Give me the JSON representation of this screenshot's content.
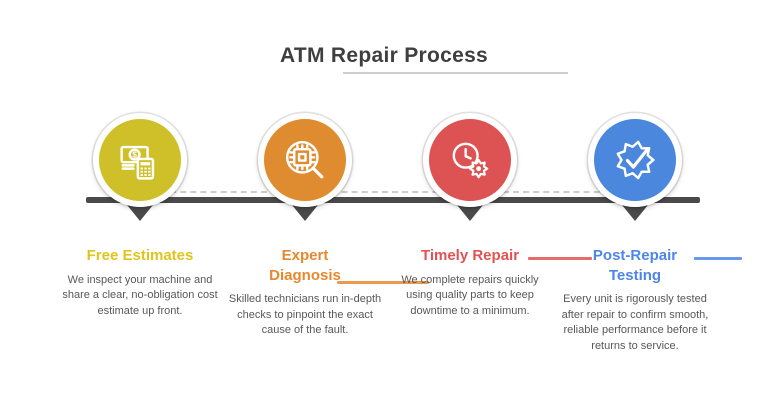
{
  "title": {
    "text": "ATM Repair Process"
  },
  "colors": {
    "timeline": "#4a4a4a",
    "title_text": "#3f3f3f",
    "description_text": "#585858"
  },
  "steps": [
    {
      "label": "Free Estimates",
      "label_lines": [
        "Free Estimates",
        ""
      ],
      "color": "#cfc02a",
      "label_color": "#e0c41c",
      "icon": "cash-calculator-icon",
      "description": "We inspect your machine and share a clear, no-obligation cost estimate up front."
    },
    {
      "label": "Expert Diagnosis",
      "label_lines": [
        "Expert",
        "Diagnosis"
      ],
      "color": "#df8b30",
      "label_color": "#e8882e",
      "icon": "chip-magnifier-icon",
      "description": "Skilled technicians run in-depth checks to pinpoint the exact cause of the fault."
    },
    {
      "label": "Timely Repair",
      "label_lines": [
        "Timely Repair",
        ""
      ],
      "color": "#dd5353",
      "label_color": "#e35151",
      "icon": "clock-gear-icon",
      "description": "We complete repairs quickly using quality parts to keep downtime to a minimum."
    },
    {
      "label": "Post-Repair Testing",
      "label_lines": [
        "Post-Repair",
        "Testing"
      ],
      "color": "#4b87dd",
      "label_color": "#4d86e8",
      "icon": "gear-checkmark-icon",
      "description": "Every unit is rigorously tested after repair to confirm smooth, reliable performance before it returns to service."
    }
  ]
}
